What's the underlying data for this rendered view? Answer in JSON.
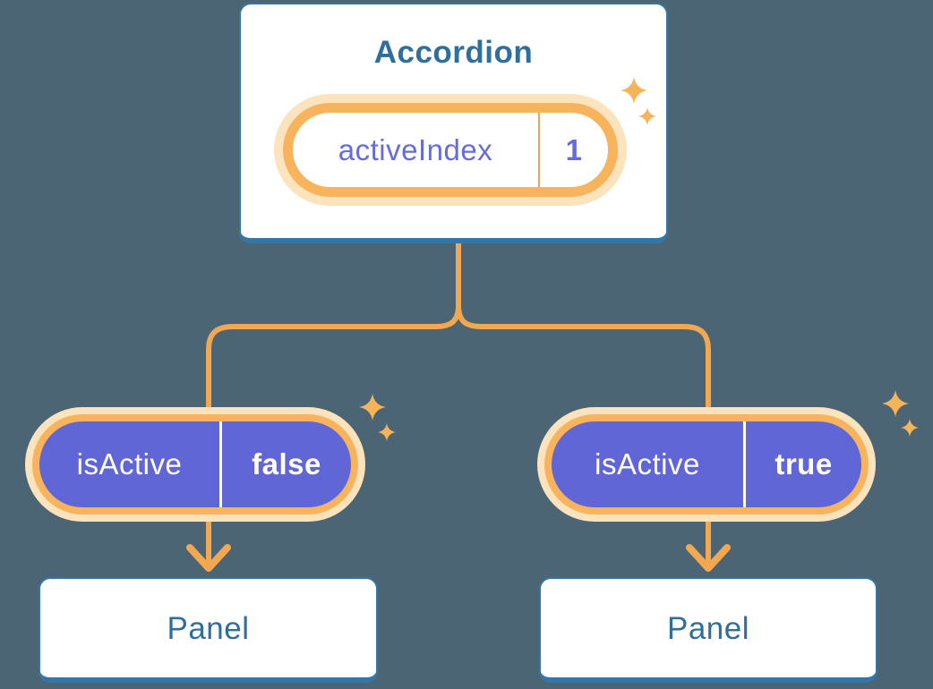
{
  "page": {
    "background_color": "#4C6574"
  },
  "colors": {
    "page_bg": "#4C6574",
    "line_orange": "#F2A850",
    "pill_border_orange": "#F7B45C",
    "glow_cream": "#FBE3BD",
    "pill_purple": "#6166D6",
    "purple_text": "#666CD8",
    "box_border_blue": "#3377A8",
    "blue_text": "#2E6F9E",
    "sparkle_orange": "#F6B35A",
    "divider_orange": "#EFA64F"
  },
  "accordion": {
    "title": "Accordion",
    "state_pill": {
      "name": "activeIndex",
      "value": "1"
    }
  },
  "children": [
    {
      "prop_pill": {
        "name": "isActive",
        "value": "false"
      },
      "panel": {
        "title": "Panel"
      }
    },
    {
      "prop_pill": {
        "name": "isActive",
        "value": "true"
      },
      "panel": {
        "title": "Panel"
      }
    }
  ]
}
